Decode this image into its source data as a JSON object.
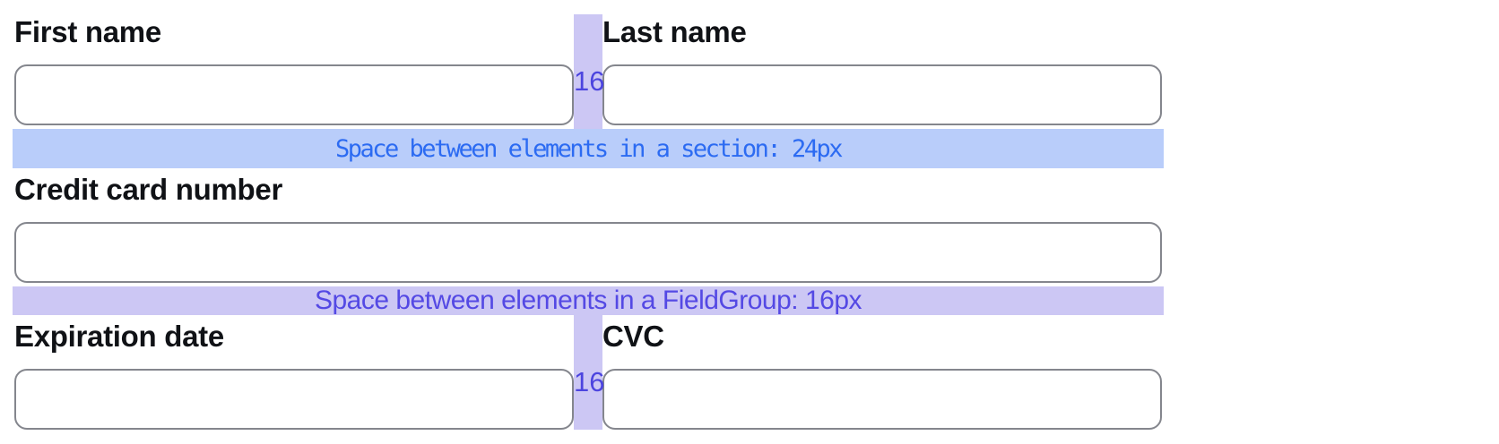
{
  "form": {
    "fields": {
      "first_name": {
        "label": "First name",
        "value": ""
      },
      "last_name": {
        "label": "Last name",
        "value": ""
      },
      "card_number": {
        "label": "Credit card number",
        "value": ""
      },
      "expiration": {
        "label": "Expiration date",
        "value": ""
      },
      "cvc": {
        "label": "CVC",
        "value": ""
      }
    }
  },
  "spacing": {
    "column_gap_label": "16",
    "section_note": "Space between elements in a section: 24px",
    "fieldgroup_note": "Space between elements in a FieldGroup: 16px"
  },
  "colors": {
    "gap_highlight_purple": "#ccc7f4",
    "gap_text_purple": "#4c45df",
    "fieldgroup_text_purple": "#5449e4",
    "section_highlight_blue": "#b9cdfa",
    "section_text_blue": "#2c6bf2",
    "input_border": "#84868d",
    "label_text": "#101216"
  }
}
